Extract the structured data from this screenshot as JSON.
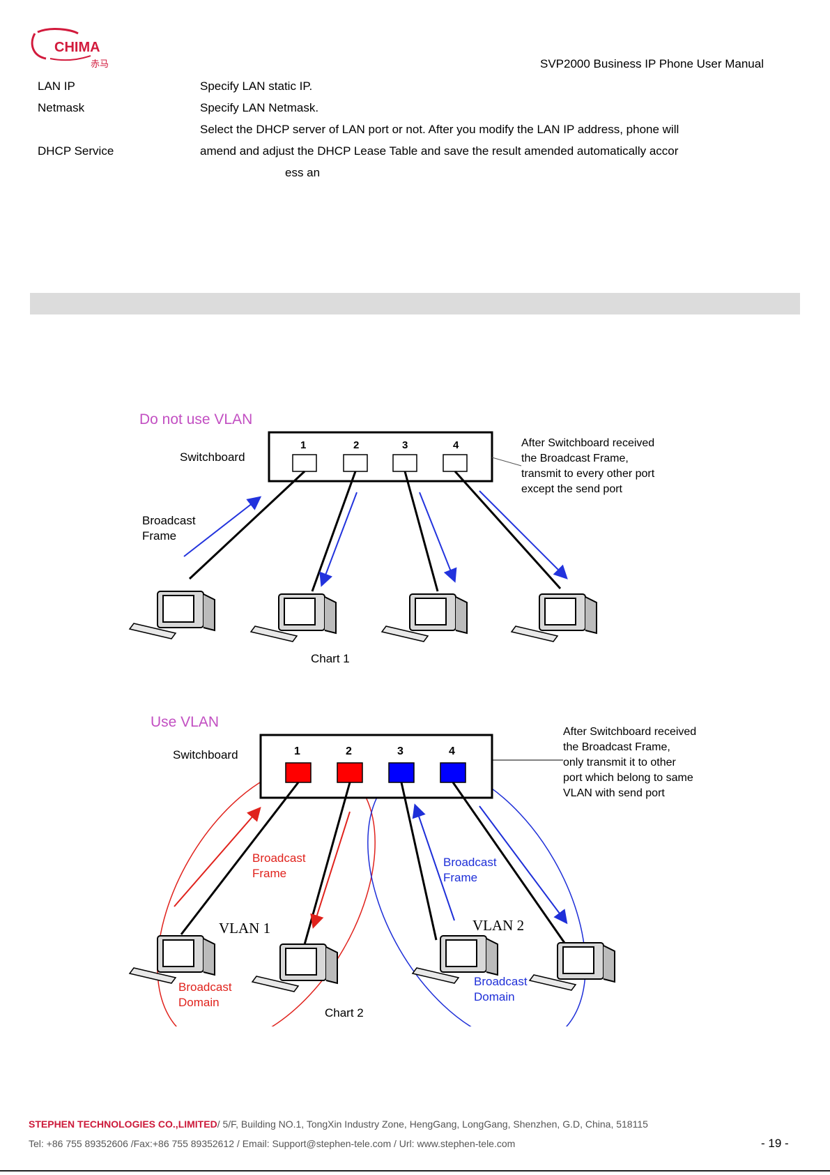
{
  "logo": {
    "brand": "CHIMA",
    "chinese": "赤马"
  },
  "header": {
    "title": "SVP2000 Business IP Phone User Manual"
  },
  "settings": [
    {
      "label": "LAN IP",
      "desc": "Specify LAN static IP."
    },
    {
      "label": "Netmask",
      "desc": "Specify LAN Netmask."
    },
    {
      "label": "DHCP Service",
      "desc_line1": "Select the DHCP server of LAN port or not. After you modify the LAN IP address, phone will",
      "desc_line2": "amend and adjust the DHCP Lease Table and save the result amended automatically accor",
      "desc_line3": "ess an"
    }
  ],
  "figure1": {
    "title": "Do not use VLAN",
    "switch_label": "Switchboard",
    "ports": [
      "1",
      "2",
      "3",
      "4"
    ],
    "left_label_line1": "Broadcast",
    "left_label_line2": "Frame",
    "note": [
      "After Switchboard received",
      "the Broadcast Frame,",
      "transmit to every other port",
      "except the send port"
    ],
    "caption": "Chart 1",
    "colors": {
      "title": "#c24fc2",
      "arrow": "#2233dd"
    }
  },
  "figure2": {
    "title": "Use VLAN",
    "switch_label": "Switchboard",
    "ports": [
      "1",
      "2",
      "3",
      "4"
    ],
    "note": [
      "After Switchboard received",
      "the Broadcast Frame,",
      "only transmit it to other",
      "port which belong to same",
      "VLAN with send port"
    ],
    "vlan1": "VLAN 1",
    "vlan2": "VLAN 2",
    "bf_red_line1": "Broadcast",
    "bf_red_line2": "Frame",
    "bf_blue_line1": "Broadcast",
    "bf_blue_line2": "Frame",
    "bd_red_line1": "Broadcast",
    "bd_red_line2": "Domain",
    "bd_blue_line1": "Broadcast",
    "bd_blue_line2": "Domain",
    "caption": "Chart 2",
    "colors": {
      "title": "#c24fc2",
      "red": "#e0221c",
      "blue": "#1e2fd8"
    }
  },
  "footer": {
    "company": "STEPHEN TECHNOLOGIES CO.,LIMITED",
    "address": "/ 5/F, Building NO.1, TongXin Industry Zone, HengGang, LongGang, Shenzhen, G.D, China, 518115",
    "contact": "Tel: +86 755 89352606 /Fax:+86 755 89352612 / Email: Support@stephen-tele.com / Url: www.stephen-tele.com",
    "page": "- 19 -"
  }
}
